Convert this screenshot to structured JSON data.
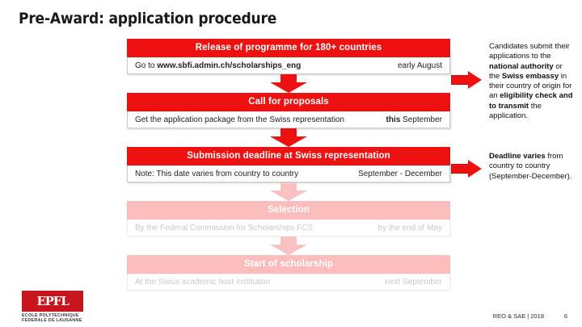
{
  "slide": {
    "title": "Pre-Award: application procedure"
  },
  "flow": {
    "steps": [
      {
        "heading": "Release of programme for 180+ countries",
        "detail_prefix": "Go to ",
        "detail_bold": "www.sbfi.admin.ch/scholarships_eng",
        "detail_suffix": "",
        "timing_prefix": "",
        "timing_bold": "",
        "timing": "early August",
        "state": "active"
      },
      {
        "heading": "Call for proposals",
        "detail_prefix": "Get the application package from the Swiss representation",
        "detail_bold": "",
        "detail_suffix": "",
        "timing_prefix": "",
        "timing_bold": "this",
        "timing": " September",
        "state": "active"
      },
      {
        "heading": "Submission deadline at Swiss representation",
        "detail_prefix": "Note: This date varies from country to country",
        "detail_bold": "",
        "detail_suffix": "",
        "timing_prefix": "",
        "timing_bold": "",
        "timing": "September - December",
        "state": "active"
      },
      {
        "heading": "Selection",
        "detail_prefix": "By the Federal Commission for Scholarships FCS",
        "detail_bold": "",
        "detail_suffix": "",
        "timing_prefix": "",
        "timing_bold": "",
        "timing": "by the end of May",
        "state": "faded"
      },
      {
        "heading": "Start of scholarship",
        "detail_prefix": "At the Swiss academic host institution",
        "detail_bold": "",
        "detail_suffix": "",
        "timing_prefix": "",
        "timing_bold": "",
        "timing": "next September",
        "state": "faded"
      }
    ]
  },
  "annotations": [
    {
      "id": "candidates-note",
      "runs": [
        {
          "text": "Candidates submit their applications to the ",
          "bold": false
        },
        {
          "text": "national authority",
          "bold": true
        },
        {
          "text": " or the ",
          "bold": false
        },
        {
          "text": "Swiss embassy",
          "bold": true
        },
        {
          "text": " in their country of origin for an ",
          "bold": false
        },
        {
          "text": "eligibility check and to transmit",
          "bold": true
        },
        {
          "text": " the application.",
          "bold": false
        }
      ]
    },
    {
      "id": "deadline-note",
      "runs": [
        {
          "text": "Deadline varies",
          "bold": true
        },
        {
          "text": " from country to country (September-December).",
          "bold": false
        }
      ]
    }
  ],
  "logo": {
    "wordmark": "EPFL",
    "subtitle_line1": "ECOLE POLYTECHNIQUE",
    "subtitle_line2": "FEDERALE DE LAUSANNE"
  },
  "footer": {
    "credit": "REO & SAE | 2018",
    "page": "6"
  },
  "colors": {
    "brand_red": "#ee1111",
    "logo_red": "#c8151d",
    "faded_pink": "#fbbcbc"
  }
}
